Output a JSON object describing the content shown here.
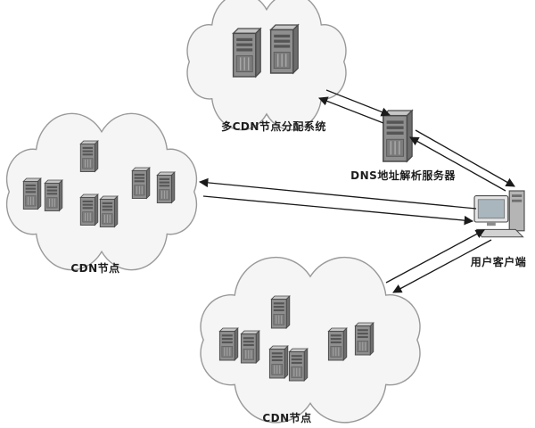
{
  "diagram": {
    "background": "#ffffff",
    "nodes": {
      "multi_cdn_system": {
        "label": "多CDN节点分配系统",
        "type": "cloud",
        "servers": 2
      },
      "dns_server": {
        "label": "DNS地址解析服务器",
        "type": "server-tower"
      },
      "user_client": {
        "label": "用户客户端",
        "type": "desktop-computer"
      },
      "cdn_node_left": {
        "label": "CDN节点",
        "type": "cloud",
        "servers": 7
      },
      "cdn_node_bottom": {
        "label": "CDN节点",
        "type": "cloud",
        "servers": 7
      }
    },
    "edges": [
      {
        "from": "multi_cdn_system",
        "to": "dns_server",
        "style": "double-arrow"
      },
      {
        "from": "dns_server",
        "to": "user_client",
        "style": "double-arrow"
      },
      {
        "from": "user_client",
        "to": "cdn_node_left",
        "style": "double-arrow"
      },
      {
        "from": "user_client",
        "to": "cdn_node_bottom",
        "style": "double-arrow"
      }
    ],
    "colors": {
      "cloud_fill": "#f5f5f5",
      "cloud_stroke": "#999999",
      "server_body": "#8f8f8f",
      "arrow": "#1a1a1a",
      "label_text": "#1c1c1c"
    }
  }
}
